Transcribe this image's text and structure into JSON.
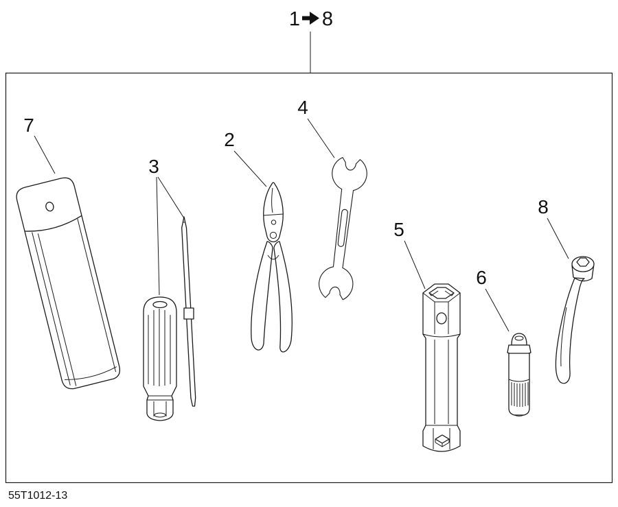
{
  "diagram": {
    "title": {
      "from": "1",
      "to": "8",
      "arrow_icon": "right-arrow-icon"
    },
    "sheet_code": "55T1012-13",
    "colors": {
      "line": "#1a1a1a",
      "background": "#ffffff"
    },
    "parts": [
      {
        "label": "7",
        "item": "tool-pouch"
      },
      {
        "label": "3",
        "item": "screwdriver-with-reversible-bit"
      },
      {
        "label": "2",
        "item": "pliers"
      },
      {
        "label": "4",
        "item": "open-end-wrench"
      },
      {
        "label": "5",
        "item": "spark-plug-socket-wrench"
      },
      {
        "label": "6",
        "item": "socket-extension"
      },
      {
        "label": "8",
        "item": "hex-wrench-handle"
      }
    ]
  }
}
